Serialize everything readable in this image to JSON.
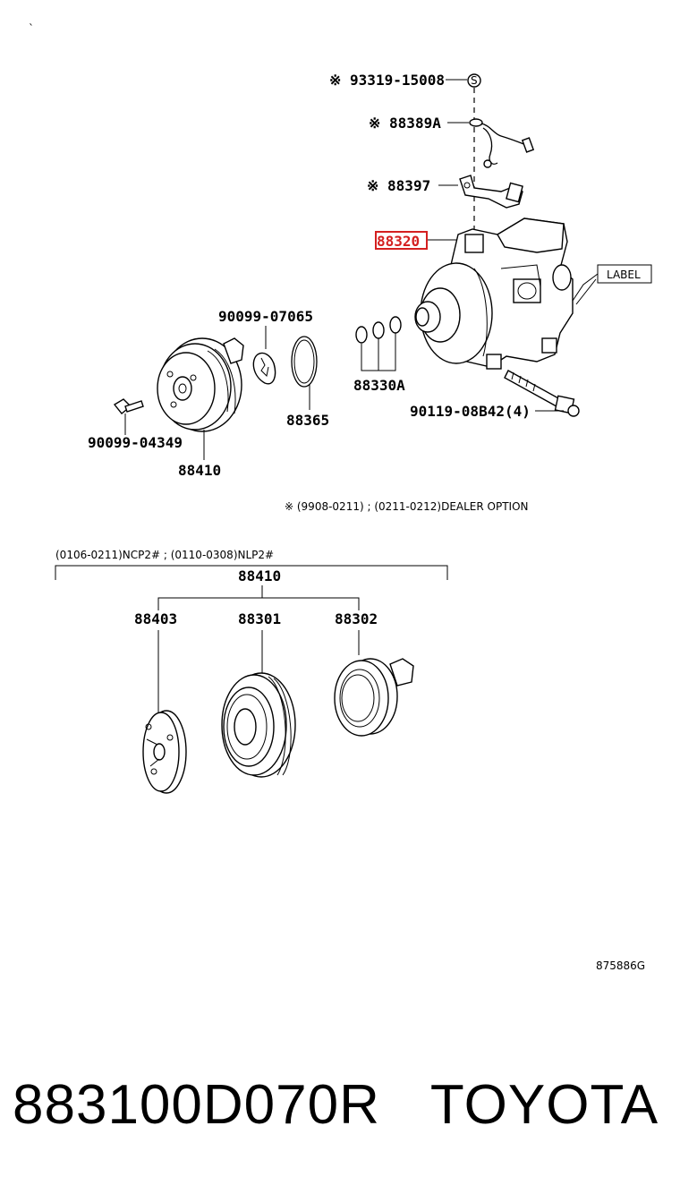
{
  "labels": {
    "p93319": "※ 93319-15008",
    "p88389A": "※ 88389A",
    "p88397": "※ 88397",
    "p88320": "88320",
    "label_tag": "LABEL",
    "p90099_07065": "90099-07065",
    "p88365": "88365",
    "p88330A": "88330A",
    "p90119": "90119-08B42(4)",
    "p90099_04349": "90099-04349",
    "p88410_top": "88410",
    "note": "※ (9908-0211) ; (0211-0212)DEALER OPTION",
    "variant": "(0106-0211)NCP2# ; (0110-0308)NLP2#",
    "p88410_group": "88410",
    "p88403": "88403",
    "p88301": "88301",
    "p88302": "88302",
    "diagram_code": "875886G"
  },
  "caption": {
    "part_number": "883100D070R",
    "brand": "TOYOTA"
  },
  "colors": {
    "highlight": "#d42020"
  }
}
